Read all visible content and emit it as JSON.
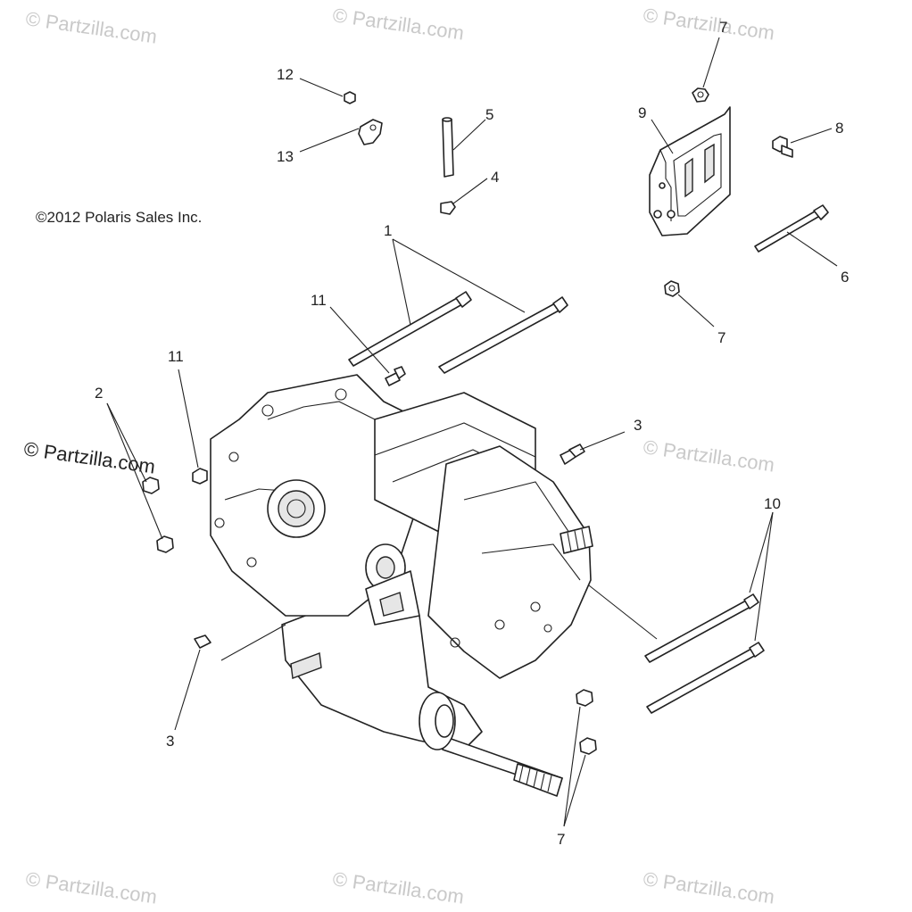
{
  "watermark": "© Partzilla.com",
  "copyright": "©2012 Polaris Sales Inc.",
  "callouts": {
    "c1": "1",
    "c2": "2",
    "c3a": "3",
    "c3b": "3",
    "c4": "4",
    "c5": "5",
    "c6": "6",
    "c7a": "7",
    "c7b": "7",
    "c7c": "7",
    "c8": "8",
    "c9": "9",
    "c10": "10",
    "c11a": "11",
    "c11b": "11",
    "c12": "12",
    "c13": "13"
  }
}
